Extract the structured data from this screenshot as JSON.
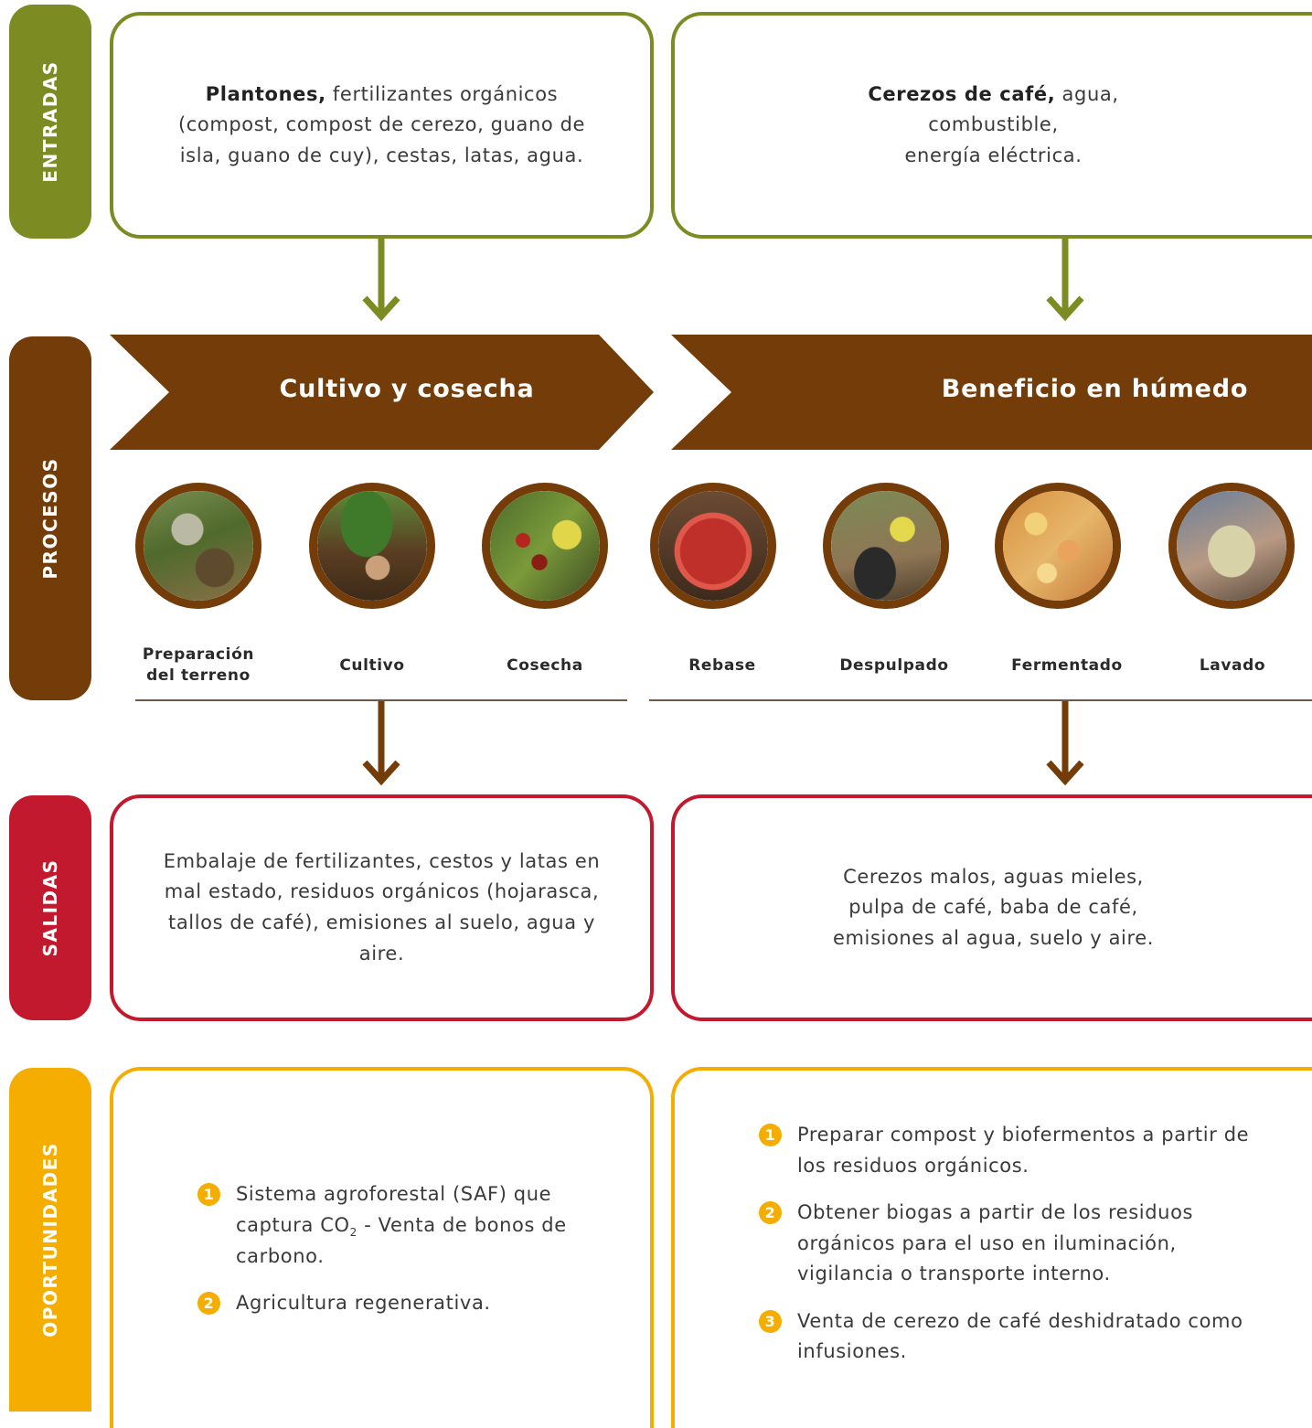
{
  "colors": {
    "entradas": "#7c8c23",
    "procesos": "#733c08",
    "salidas": "#c3192e",
    "oportunidades": "#f4ad00"
  },
  "sections": {
    "entradas": "ENTRADAS",
    "procesos": "PROCESOS",
    "salidas": "SALIDAS",
    "oportunidades": "OPORTUNIDADES"
  },
  "entradas": {
    "left": {
      "bold": "Plantones,",
      "lines": [
        " fertilizantes orgánicos",
        "(compost, compost de cerezo, guano de",
        "isla, guano de cuy), cestas, latas, agua."
      ]
    },
    "right": {
      "bold": "Cerezos de café,",
      "lines": [
        " agua,",
        "combustible,",
        "energía eléctrica."
      ]
    }
  },
  "procesos": {
    "left_title": "Cultivo y cosecha",
    "right_title": "Beneficio en húmedo",
    "steps": [
      {
        "line1": "Preparación",
        "line2": "del terreno",
        "photo": "land-preparation-photo"
      },
      {
        "line1": "Cultivo",
        "line2": "",
        "photo": "planting-photo"
      },
      {
        "line1": "Cosecha",
        "line2": "",
        "photo": "harvest-photo"
      },
      {
        "line1": "Rebase",
        "line2": "",
        "photo": "red-cherries-photo"
      },
      {
        "line1": "Despulpado",
        "line2": "",
        "photo": "pulping-machine-photo"
      },
      {
        "line1": "Fermentado",
        "line2": "",
        "photo": "fermented-beans-photo"
      },
      {
        "line1": "Lavado",
        "line2": "",
        "photo": "washed-beans-photo"
      }
    ]
  },
  "salidas": {
    "left": [
      "Embalaje de fertilizantes, cestos y latas en",
      "mal estado, residuos orgánicos (hojarasca,",
      "tallos de café), emisiones al suelo, agua y",
      "aire."
    ],
    "right": [
      "Cerezos malos, aguas mieles,",
      "pulpa de café, baba de café,",
      "emisiones al agua, suelo y aire."
    ]
  },
  "oportunidades": {
    "left": [
      {
        "n": "1",
        "pre": "Sistema agroforestal (SAF) que captura CO",
        "sub": "2",
        "post": " - Venta de bonos de carbono."
      },
      {
        "n": "2",
        "pre": "Agricultura regenerativa.",
        "sub": "",
        "post": ""
      }
    ],
    "right": [
      {
        "n": "1",
        "text": "Preparar compost y biofermentos a partir de los residuos orgánicos."
      },
      {
        "n": "2",
        "text": "Obtener biogas a partir de los residuos orgánicos para el uso en iluminación, vigilancia o transporte interno."
      },
      {
        "n": "3",
        "text": "Venta de cerezo de café deshidratado como infusiones."
      }
    ]
  }
}
